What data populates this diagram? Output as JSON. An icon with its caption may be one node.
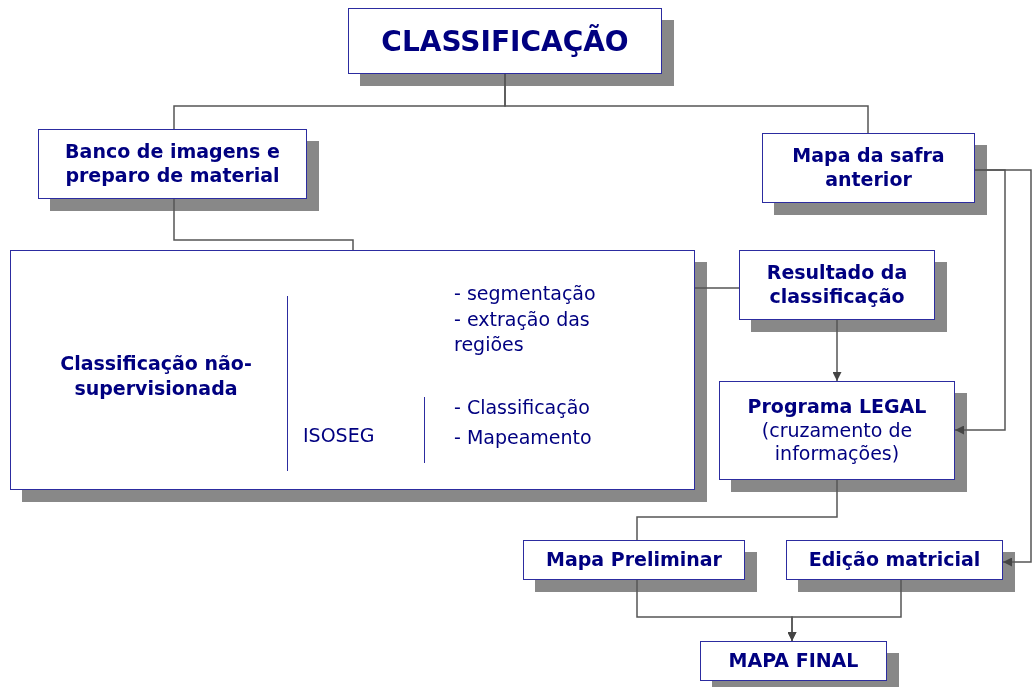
{
  "diagram": {
    "nodes": [
      {
        "text": [
          "CLASSIFICAÇÃO"
        ]
      },
      {
        "text": [
          "Banco de imagens e preparo de material"
        ]
      },
      {
        "text": [
          "Mapa da safra anterior"
        ]
      },
      {
        "text": [
          "Classificação não-supervisionada",
          "- segmentação",
          "- extração das regiões",
          "ISOSEG",
          "- Classificação",
          "- Mapeamento"
        ]
      },
      {
        "text": [
          "Resultado da classificação"
        ]
      },
      {
        "text": [
          "Programa LEGAL",
          "(cruzamento de informações)"
        ]
      },
      {
        "text": [
          "Mapa Preliminar"
        ]
      },
      {
        "text": [
          "Edição matricial"
        ]
      },
      {
        "text": [
          "MAPA FINAL"
        ]
      }
    ],
    "edges": [
      {
        "from": 0,
        "to": 1,
        "arrow": "none"
      },
      {
        "from": 0,
        "to": 2,
        "arrow": "none"
      },
      {
        "from": 1,
        "to": 3,
        "arrow": "none"
      },
      {
        "from": 3,
        "to": 4,
        "arrow": "none"
      },
      {
        "from": 4,
        "to": 5,
        "arrow": "to"
      },
      {
        "from": 2,
        "to": 5,
        "arrow": "to"
      },
      {
        "from": 2,
        "to": 7,
        "arrow": "to"
      },
      {
        "from": 5,
        "to": 6,
        "arrow": "none"
      },
      {
        "from": 6,
        "to": 8,
        "arrow": "to"
      },
      {
        "from": 7,
        "to": 8,
        "arrow": "to"
      }
    ]
  }
}
